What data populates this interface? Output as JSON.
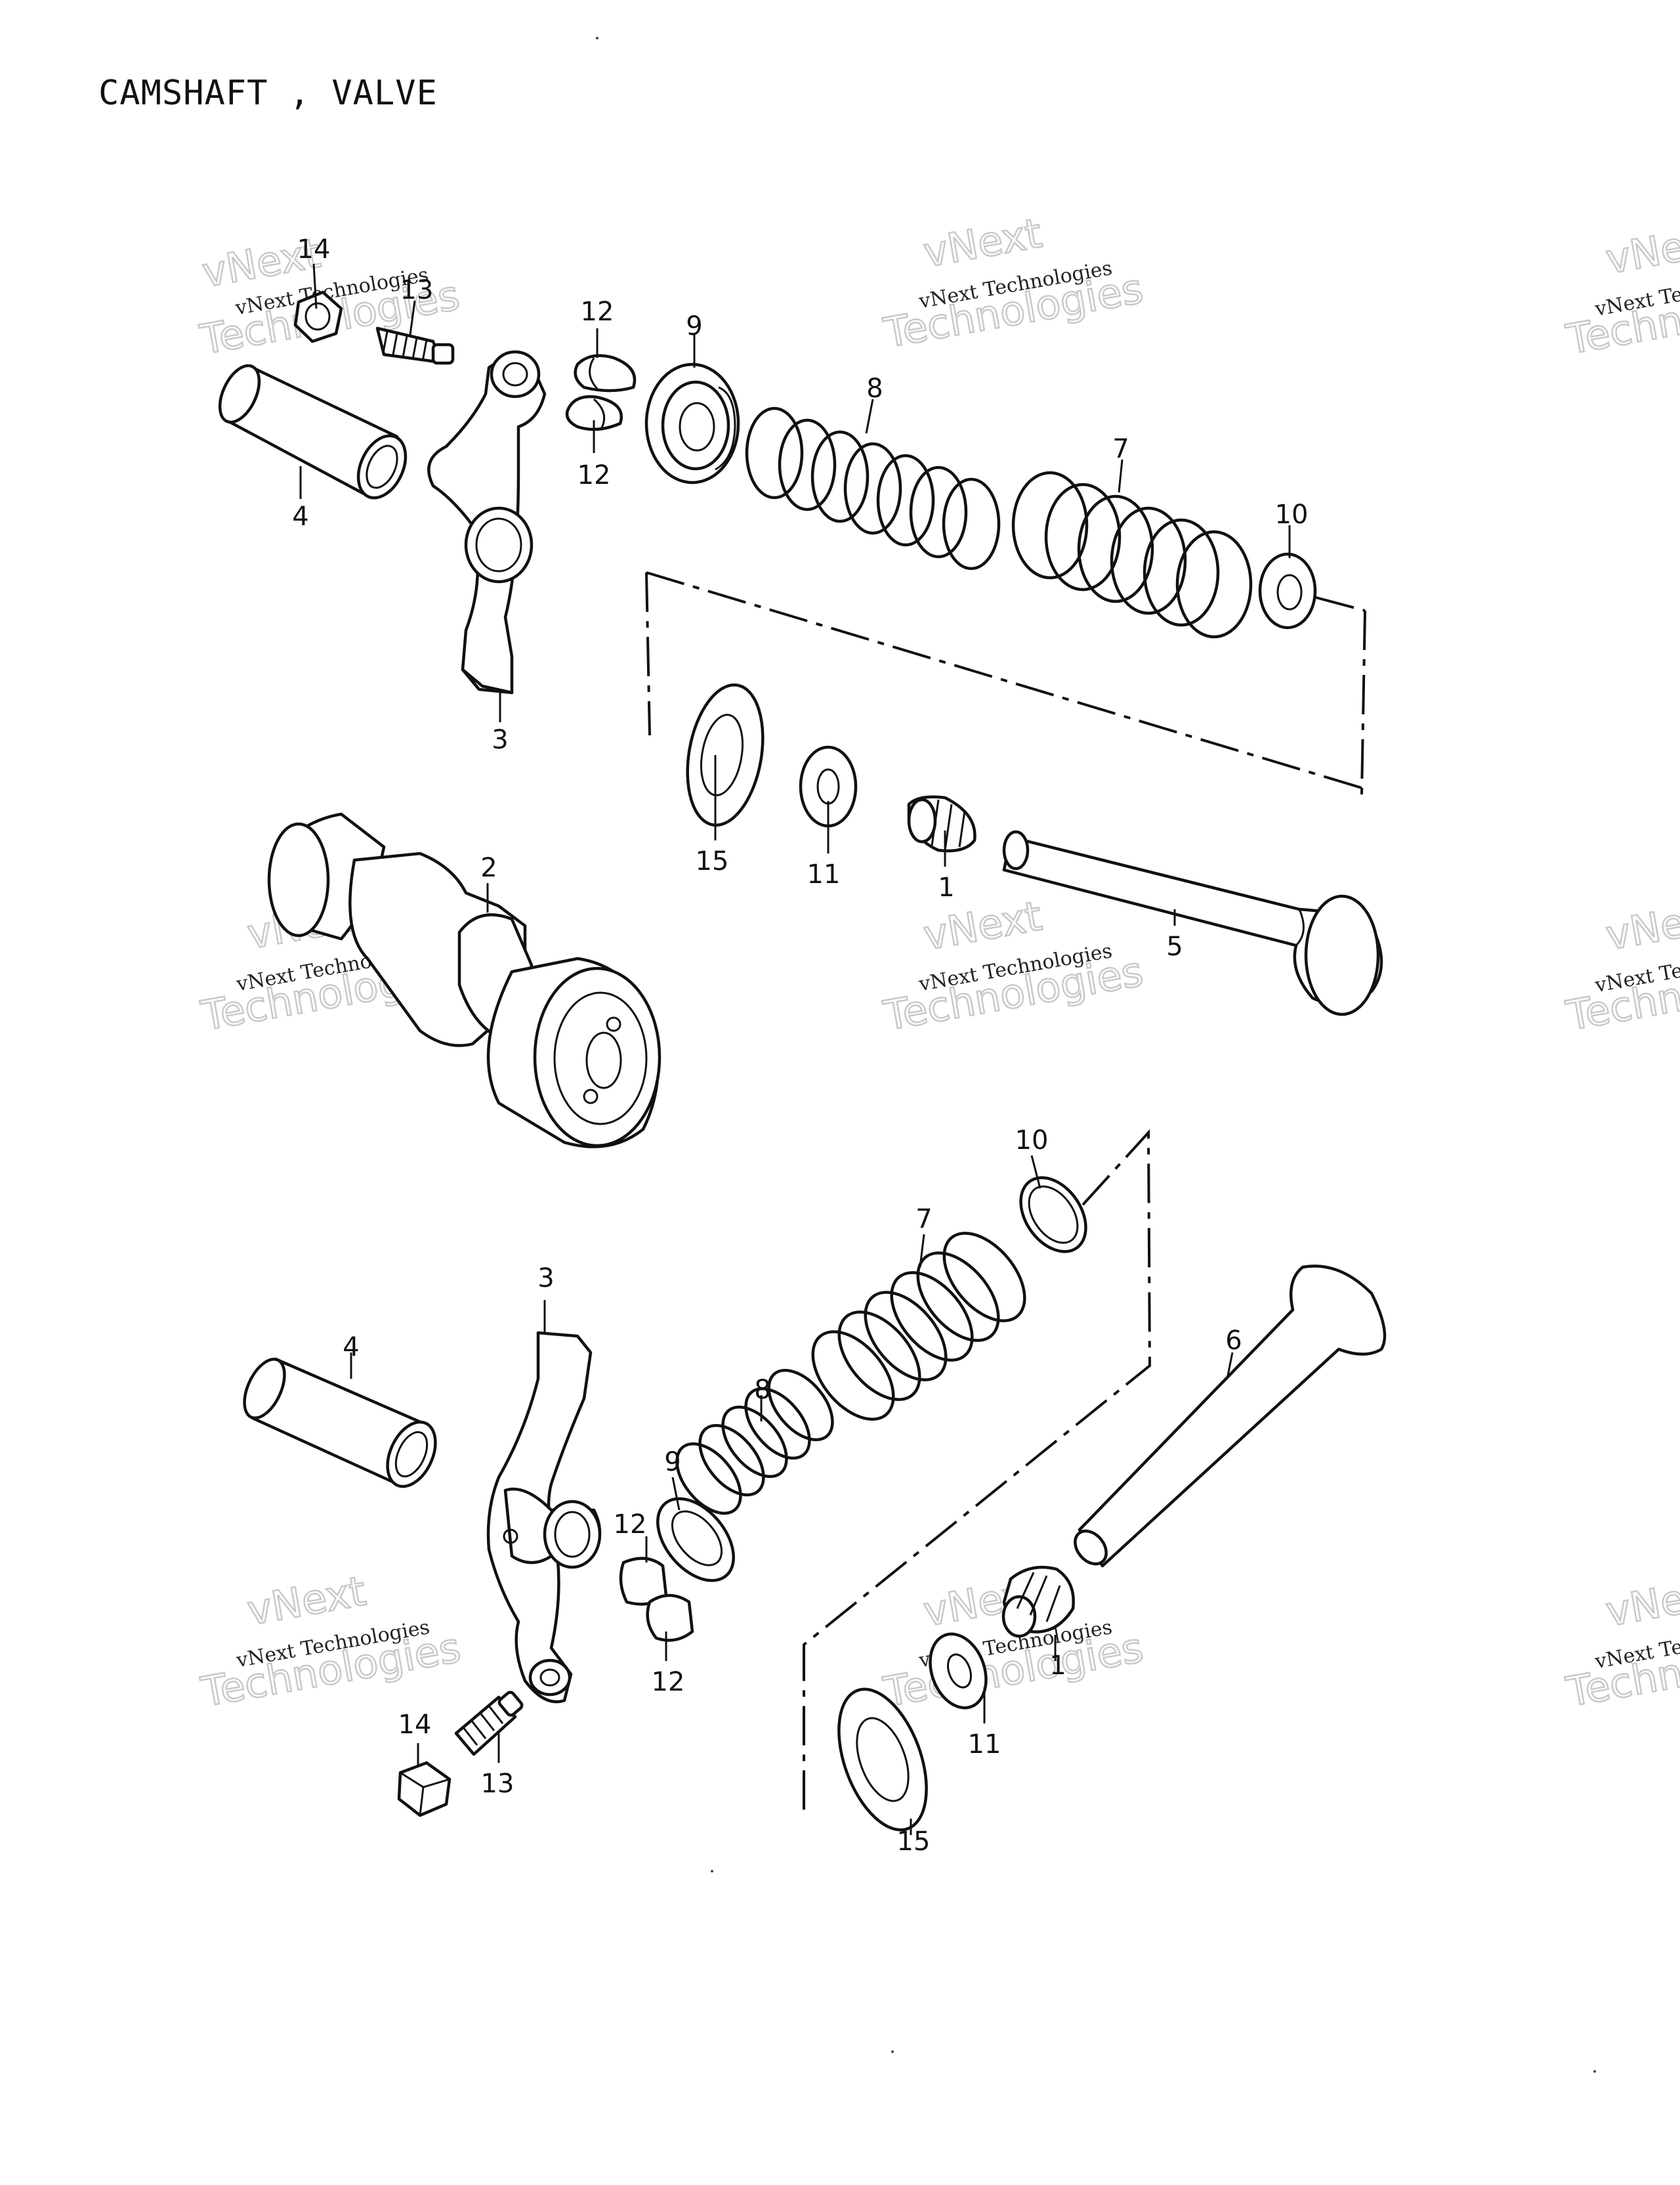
{
  "title": "CAMSHAFT , VALVE",
  "watermark": {
    "line1": "vNext Technologies",
    "line2": "Technologies",
    "line3": "vNext",
    "line1_partial": "vNext Te",
    "line2_partial": "Techno",
    "line3_partial": "vNe"
  },
  "callouts": {
    "top": [
      "14",
      "13",
      "12",
      "12",
      "9",
      "8",
      "7",
      "10",
      "4",
      "3",
      "15",
      "11",
      "1",
      "2",
      "5"
    ],
    "bottom": [
      "10",
      "7",
      "3",
      "4",
      "6",
      "8",
      "9",
      "12",
      "12",
      "1",
      "11",
      "14",
      "13",
      "15"
    ]
  }
}
